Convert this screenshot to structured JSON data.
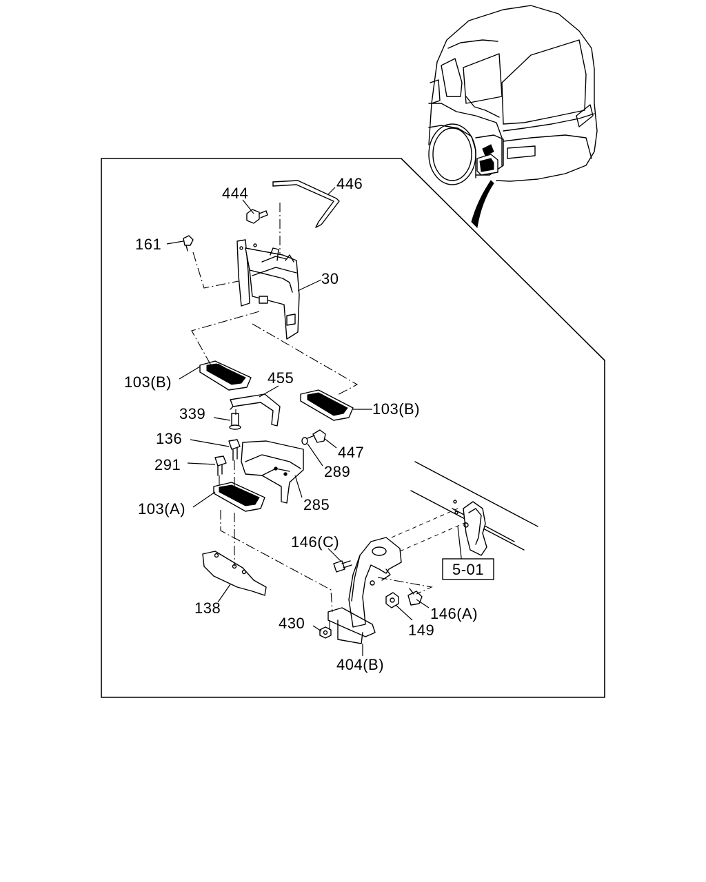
{
  "labels": {
    "p444": "444",
    "p446": "446",
    "p161": "161",
    "p30": "30",
    "p103b_left": "103(B)",
    "p455": "455",
    "p103b_right": "103(B)",
    "p339": "339",
    "p136": "136",
    "p447": "447",
    "p291": "291",
    "p289": "289",
    "p285": "285",
    "p103a": "103(A)",
    "p146c": "146(C)",
    "p138": "138",
    "p146a": "146(A)",
    "p430": "430",
    "p149": "149",
    "p404b": "404(B)"
  },
  "reference": {
    "box_label": "5-01"
  }
}
